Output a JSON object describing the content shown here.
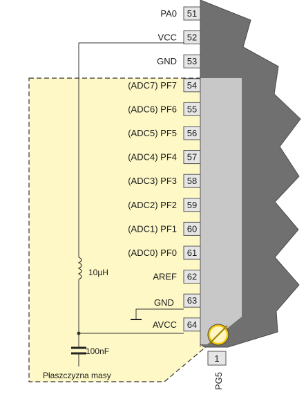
{
  "colors": {
    "ground_plane_fill": "#fdf8c6",
    "chip_body": "#707070",
    "chip_body_light": "#c8c8c8",
    "pin_box_fill": "#e6e6e6",
    "pin1_dot": "#f5c400"
  },
  "pins": [
    {
      "num": "51",
      "label": "PA0"
    },
    {
      "num": "52",
      "label": "VCC"
    },
    {
      "num": "53",
      "label": "GND"
    },
    {
      "num": "54",
      "label": "(ADC7) PF7"
    },
    {
      "num": "55",
      "label": "(ADC6) PF6"
    },
    {
      "num": "56",
      "label": "(ADC5) PF5"
    },
    {
      "num": "57",
      "label": "(ADC4) PF4"
    },
    {
      "num": "58",
      "label": "(ADC3) PF3"
    },
    {
      "num": "59",
      "label": "(ADC2) PF2"
    },
    {
      "num": "60",
      "label": "(ADC1) PF1"
    },
    {
      "num": "61",
      "label": "(ADC0) PF0"
    },
    {
      "num": "62",
      "label": "AREF"
    },
    {
      "num": "63",
      "label": ""
    },
    {
      "num": "64",
      "label": "AVCC"
    }
  ],
  "gnd_wire_label": "GND",
  "bottom_pin": {
    "num": "1",
    "label": "PG5"
  },
  "inductor_label": "10µH",
  "capacitor_label": "100nF",
  "ground_plane_label": "Płaszczyzna masy"
}
